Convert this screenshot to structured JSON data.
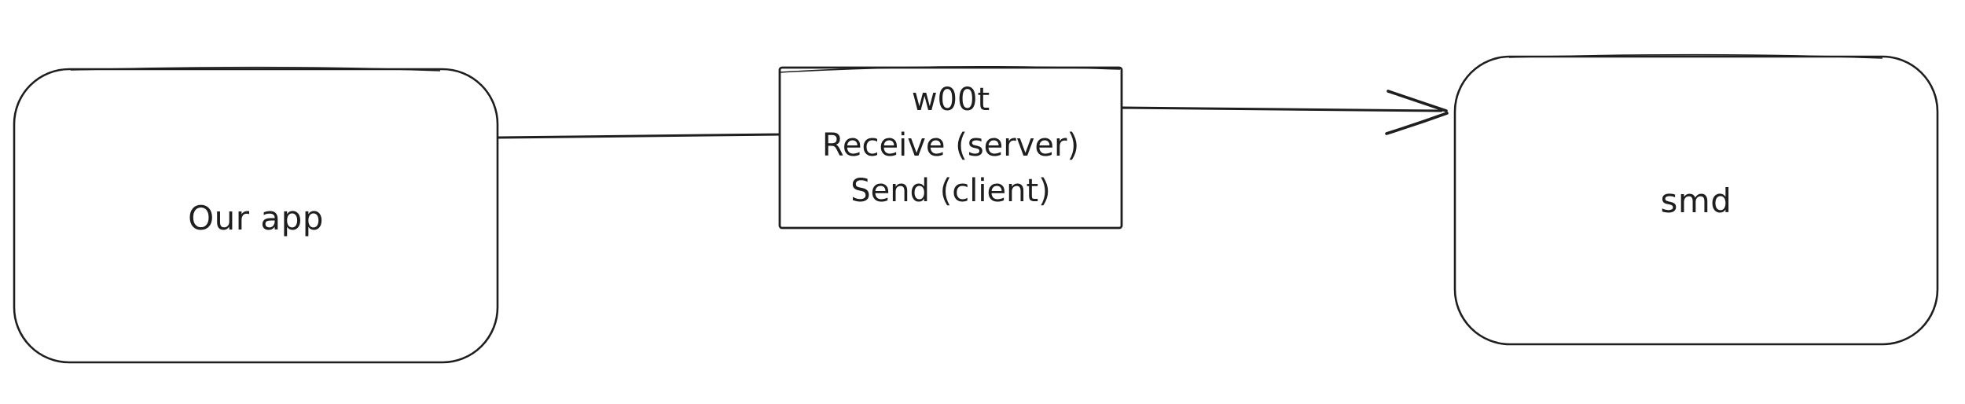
{
  "canvas": {
    "background": "#ffffff",
    "stroke_color": "#1e1e1e",
    "style": "hand-drawn whiteboard diagram"
  },
  "diagram": {
    "nodes": [
      {
        "id": "our-app",
        "shape": "rounded-rectangle",
        "label": "Our app"
      },
      {
        "id": "smd",
        "shape": "rounded-rectangle",
        "label": "smd"
      }
    ],
    "edge": {
      "from": "our-app",
      "to": "smd",
      "type": "arrow-right",
      "label_lines": [
        "w00t",
        "Receive (server)",
        "Send (client)"
      ]
    }
  }
}
